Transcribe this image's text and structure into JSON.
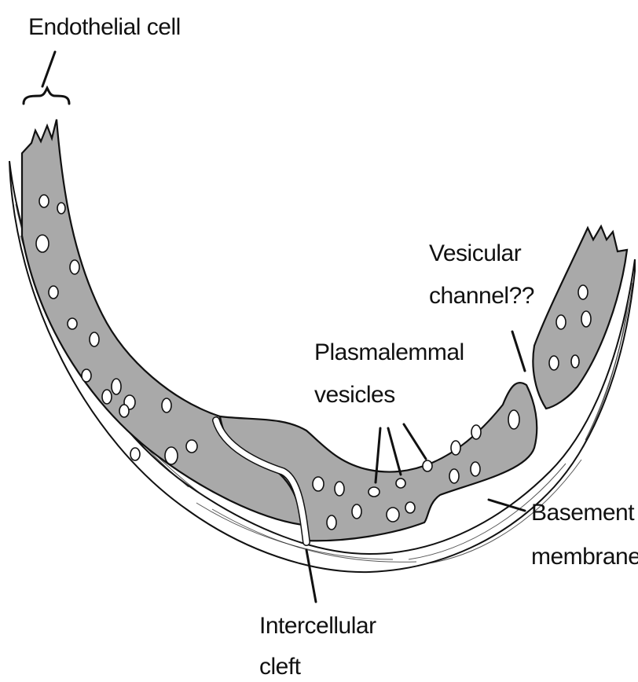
{
  "labels": {
    "endothelial_cell": "Endothelial cell",
    "vesicular_channel_line1": "Vesicular",
    "vesicular_channel_line2": "channel??",
    "plasmalemmal_line1": "Plasmalemmal",
    "plasmalemmal_line2": "vesicles",
    "basement_line1": "Basement",
    "basement_line2": "membrane",
    "intercellular_line1": "Intercellular",
    "intercellular_line2": "cleft"
  },
  "colors": {
    "cytoplasm": "#a9a9a9",
    "outline": "#111111",
    "vesicle": "#ffffff",
    "background": "#ffffff"
  }
}
